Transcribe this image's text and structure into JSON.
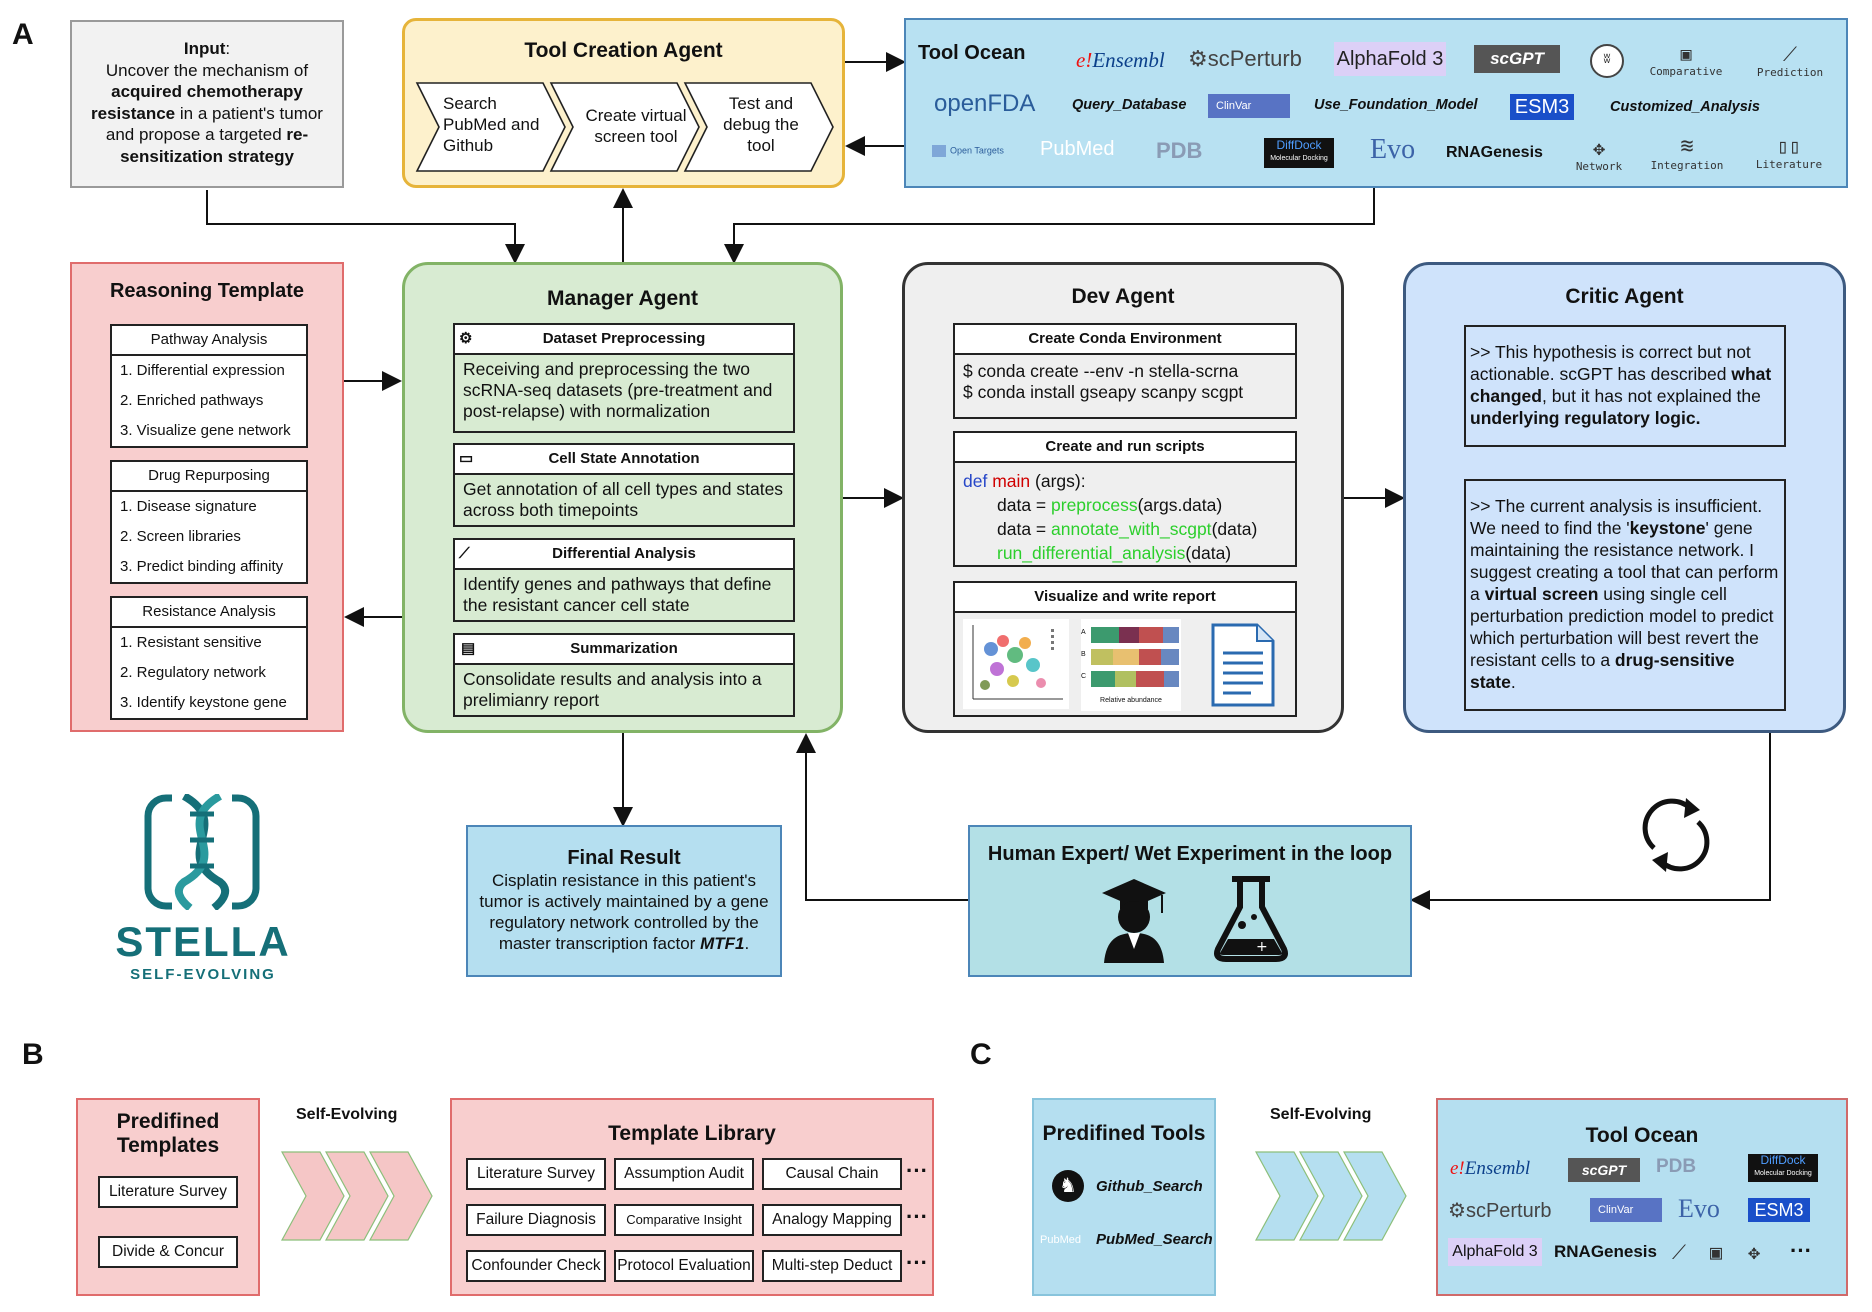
{
  "panels": {
    "a": "A",
    "b": "B",
    "c": "C"
  },
  "input": {
    "label": "Input",
    "line1": "Uncover the mechanism of",
    "bold1": "acquired chemotherapy",
    "bold2": "resistance",
    "line3": "in a patient's tumor",
    "line4a": "and propose a targeted",
    "bold4": "re-",
    "bold5": "sensitization strategy"
  },
  "tool_creation": {
    "title": "Tool Creation Agent",
    "steps": [
      "Search PubMed and Github",
      "Create virtual screen tool",
      "Test and debug the tool"
    ]
  },
  "tool_ocean": {
    "title": "Tool Ocean",
    "row1": [
      "Ensembl",
      "scPerturb",
      "AlphaFold 3",
      "scGPT"
    ],
    "row1_icons": [
      "Comparative",
      "Prediction"
    ],
    "row2": [
      "openFDA",
      "Query_Database",
      "ClinVar",
      "Use_Foundation_Model",
      "ESM3",
      "Customized_Analysis"
    ],
    "row3": [
      "Open Targets",
      "PubMed",
      "PDB",
      "DiffDock",
      "Molecular Docking",
      "Evo",
      "RNAGenesis"
    ],
    "row3_icons": [
      "Network",
      "Integration",
      "Literature"
    ]
  },
  "reasoning": {
    "title": "Reasoning Template",
    "groups": [
      {
        "name": "Pathway Analysis",
        "items": [
          "1. Differential expression",
          "2. Enriched pathways",
          "3. Visualize gene network"
        ]
      },
      {
        "name": "Drug Repurposing",
        "items": [
          "1. Disease signature",
          "2. Screen libraries",
          "3. Predict binding affinity"
        ]
      },
      {
        "name": "Resistance Analysis",
        "items": [
          "1. Resistant sensitive",
          "2. Regulatory network",
          "3. Identify keystone gene"
        ]
      }
    ]
  },
  "manager": {
    "title": "Manager Agent",
    "sections": [
      {
        "head": "Dataset Preprocessing",
        "body": "Receiving and preprocessing the two scRNA-seq datasets (pre-treatment and post-relapse) with normalization"
      },
      {
        "head": "Cell State Annotation",
        "body": "Get annotation of all cell types and states across both timepoints"
      },
      {
        "head": "Differential Analysis",
        "body": "Identify genes and pathways that define the resistant cancer cell state"
      },
      {
        "head": "Summarization",
        "body": "Consolidate results and analysis into a prelimianry report"
      }
    ]
  },
  "dev": {
    "title": "Dev Agent",
    "conda_head": "Create Conda Environment",
    "conda_lines": [
      "$ conda create --env -n stella-scrna",
      "$ conda install gseapy scanpy scgpt"
    ],
    "scripts_head": "Create and run scripts",
    "code": {
      "def": "def",
      "main": "main",
      "args": " (args):",
      "data1": "data = ",
      "fn1": "preprocess",
      "arg1": "(args.data)",
      "data2": "data = ",
      "fn2": "annotate_with_scgpt",
      "arg2": "(data)",
      "fn3": "run_differential_analysis",
      "arg3": "(data)"
    },
    "viz_head": "Visualize and write report",
    "bar_axis": "Relative abundance",
    "bar_rows": [
      "A",
      "B",
      "C"
    ]
  },
  "critic": {
    "title": "Critic Agent",
    "msg1": {
      "pre": ">> This hypothesis is correct but not actionable. scGPT has described ",
      "b1": "what changed",
      "mid": ", but it has not explained the ",
      "b2": "underlying regulatory logic."
    },
    "msg2": {
      "pre": ">> The current analysis is insufficient. We need to find the '",
      "b1": "keystone",
      "mid1": "' gene maintaining the resistance network. I suggest creating a tool that can perform a ",
      "b2": "virtual screen",
      "mid2": " using single cell perturbation prediction model to predict which perturbation will best revert the resistant cells to a ",
      "b3": "drug-sensitive state",
      "end": "."
    }
  },
  "final": {
    "title": "Final Result",
    "body": "Cisplatin resistance in this patient's tumor is actively maintained by a gene regulatory network controlled by the master transcription factor ",
    "tf": "MTF1",
    "end": "."
  },
  "human": {
    "title": "Human Expert/ Wet Experiment in the loop"
  },
  "stella": {
    "name": "STELLA",
    "tag": "SELF-EVOLVING"
  },
  "panel_b": {
    "predefined": "Predifined Templates",
    "items": [
      "Literature Survey",
      "Divide & Concur"
    ],
    "arrow_label": "Self-Evolving",
    "library_title": "Template Library",
    "library": [
      "Literature Survey",
      "Assumption Audit",
      "Causal Chain",
      "Failure Diagnosis",
      "Comparative Insight",
      "Analogy Mapping",
      "Confounder Check",
      "Protocol Evaluation",
      "Multi-step Deduct"
    ],
    "ellipsis": "···"
  },
  "panel_c": {
    "predefined": "Predifined Tools",
    "tools": [
      "Github_Search",
      "PubMed_Search"
    ],
    "arrow_label": "Self-Evolving",
    "ocean_title": "Tool Ocean",
    "logos": [
      "Ensembl",
      "scGPT",
      "PDB",
      "DiffDock",
      "Molecular Docking",
      "scPerturb",
      "ClinVar",
      "Evo",
      "ESM3",
      "AlphaFold 3",
      "RNAGenesis"
    ],
    "ellipsis": "···"
  },
  "colors": {
    "input_bg": "#f2f2f2",
    "tool_creation_bg": "#fdf1cc",
    "tool_creation_border": "#e6b43a",
    "ocean_bg": "#b8e1f2",
    "reasoning_bg": "#f8cece",
    "reasoning_border": "#e06c6c",
    "manager_bg": "#d8ebd2",
    "manager_border": "#82b366",
    "dev_bg": "#efefef",
    "critic_bg": "#cfe3fb",
    "critic_border": "#3d5a80",
    "final_bg": "#b5dff0",
    "human_bg": "#b3e0e6",
    "stella_teal": "#156f78",
    "green_code": "#2ccf2c",
    "red_code": "#d00000",
    "blue_code": "#2646c8"
  }
}
